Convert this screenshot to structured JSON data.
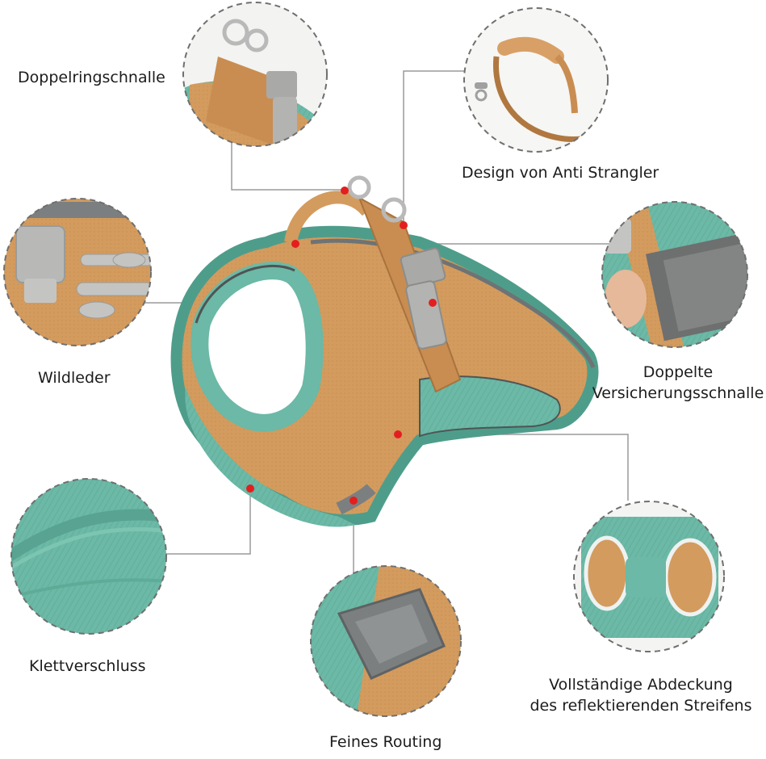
{
  "callouts": {
    "doppelringschnalle": "Doppelringschnalle",
    "anti_strangler": "Design von Anti Strangler",
    "wildleder": "Wildleder",
    "doppelte_line1": "Doppelte",
    "doppelte_line2": "Versicherungsschnalle",
    "klettverschluss": "Klettverschluss",
    "feines_routing": "Feines Routing",
    "vollstaendige_line1": "Vollständige Abdeckung",
    "vollstaendige_line2": "des reflektierenden Streifens"
  },
  "colors": {
    "teal": "#6bb9a6",
    "teal_dark": "#4e9d8b",
    "suede": "#d39b5e",
    "suede_dark": "#b27a43",
    "buckle_gray": "#a9aaa8",
    "reflective": "#7c7f80",
    "marker": "#e41e1e",
    "leader_line": "#9a9a9a",
    "circle_dash": "#6f6f6f"
  }
}
